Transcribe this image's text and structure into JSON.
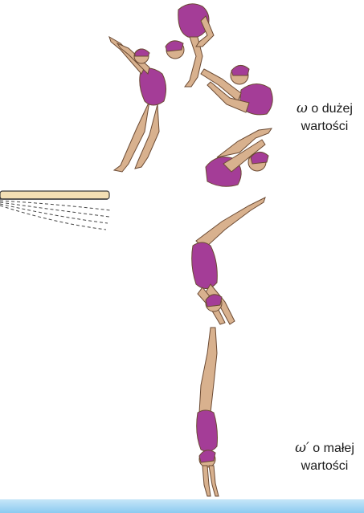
{
  "labels": {
    "high": {
      "symbol": "ω",
      "text": "o dużej",
      "line2": "wartości"
    },
    "low": {
      "symbol": "ω′",
      "text": "o małej",
      "line2": "wartości"
    }
  },
  "colors": {
    "skin": "#d8b18e",
    "skin_outline": "#6b4a33",
    "suit": "#a43d97",
    "suit_dark": "#7a2a70",
    "board": "#f3dfb4",
    "board_outline": "#3a3a3a",
    "water": "#a8d6f2",
    "water_dark": "#7fc1ea"
  }
}
